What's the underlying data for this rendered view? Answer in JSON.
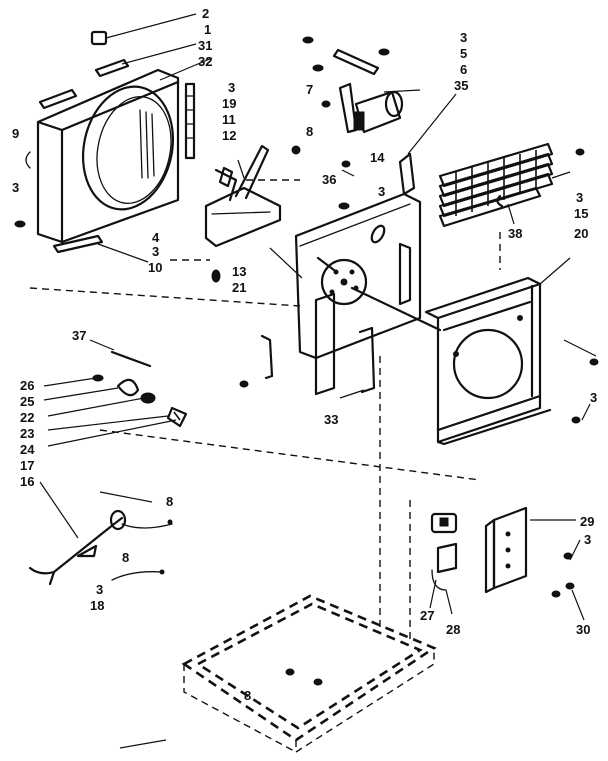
{
  "callouts": [
    {
      "id": "c2",
      "text": "2"
    },
    {
      "id": "c1",
      "text": "1"
    },
    {
      "id": "c31",
      "text": "31"
    },
    {
      "id": "c32",
      "text": "32"
    },
    {
      "id": "c9",
      "text": "9"
    },
    {
      "id": "c3a",
      "text": "3"
    },
    {
      "id": "c4",
      "text": "4"
    },
    {
      "id": "c3b",
      "text": "3"
    },
    {
      "id": "c10",
      "text": "10"
    },
    {
      "id": "c3c",
      "text": "3"
    },
    {
      "id": "c19",
      "text": "19"
    },
    {
      "id": "c11",
      "text": "11"
    },
    {
      "id": "c12",
      "text": "12"
    },
    {
      "id": "c8a",
      "text": "8"
    },
    {
      "id": "c7",
      "text": "7"
    },
    {
      "id": "c3d",
      "text": "3"
    },
    {
      "id": "c5",
      "text": "5"
    },
    {
      "id": "c6",
      "text": "6"
    },
    {
      "id": "c35",
      "text": "35"
    },
    {
      "id": "c14",
      "text": "14"
    },
    {
      "id": "c36",
      "text": "36"
    },
    {
      "id": "c3e",
      "text": "3"
    },
    {
      "id": "c13",
      "text": "13"
    },
    {
      "id": "c21",
      "text": "21"
    },
    {
      "id": "c38",
      "text": "38"
    },
    {
      "id": "c3f",
      "text": "3"
    },
    {
      "id": "c15",
      "text": "15"
    },
    {
      "id": "c20",
      "text": "20"
    },
    {
      "id": "c37",
      "text": "37"
    },
    {
      "id": "c26",
      "text": "26"
    },
    {
      "id": "c25",
      "text": "25"
    },
    {
      "id": "c22",
      "text": "22"
    },
    {
      "id": "c23",
      "text": "23"
    },
    {
      "id": "c24",
      "text": "24"
    },
    {
      "id": "c17",
      "text": "17"
    },
    {
      "id": "c16",
      "text": "16"
    },
    {
      "id": "c8b",
      "text": "8"
    },
    {
      "id": "c8c",
      "text": "8"
    },
    {
      "id": "c3g",
      "text": "3"
    },
    {
      "id": "c18",
      "text": "18"
    },
    {
      "id": "c33",
      "text": "33"
    },
    {
      "id": "c3h",
      "text": "3"
    },
    {
      "id": "c29",
      "text": "29"
    },
    {
      "id": "c3i",
      "text": "3"
    },
    {
      "id": "c27",
      "text": "27"
    },
    {
      "id": "c28",
      "text": "28"
    },
    {
      "id": "c30",
      "text": "30"
    },
    {
      "id": "c8d",
      "text": "8"
    }
  ]
}
